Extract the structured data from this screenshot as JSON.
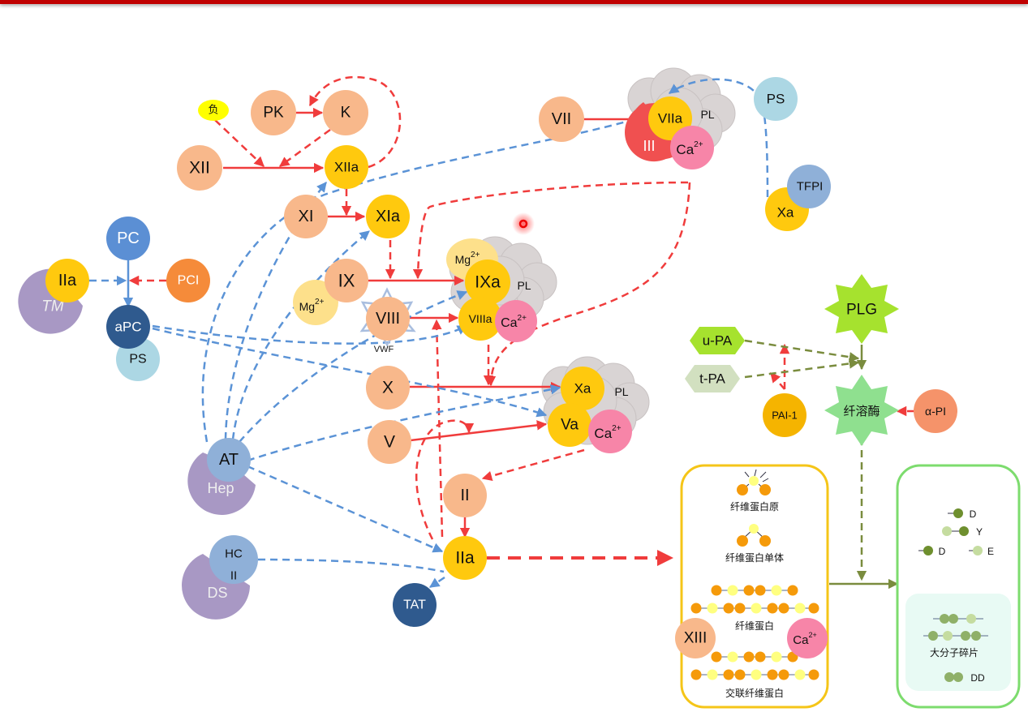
{
  "header": {
    "accent_color": "#c00000"
  },
  "colors": {
    "factor": "#f8b88b",
    "active": "#ffc90e",
    "inhibitor_blue": "#8fb0d8",
    "protein_c": "#5b8fd4",
    "apc": "#2f5a8e",
    "ps": "#acd7e4",
    "pci": "#f58b3a",
    "membrane": "#a898c4",
    "calcium": "#f785a8",
    "magnesium": "#fde08b",
    "tissue_factor": "#f05050",
    "pos_arrow": "#f03c3c",
    "neg_arrow": "#5b93d6",
    "fib_arrow": "#7a8c3e",
    "plg": "#a6e22e",
    "plasmin": "#8fe08f",
    "upa": "#a6e22e",
    "tpa": "#d2e0c0",
    "pai": "#f5b400",
    "api": "#f5936a",
    "tat": "#2f5a8e",
    "fibrin_box": "#f5c518",
    "fdp_box": "#7ddc6e"
  },
  "nodes": {
    "neg": "负",
    "pk": "PK",
    "k": "K",
    "xii": "XII",
    "xiia": "XIIa",
    "xi": "XI",
    "xia": "XIa",
    "ix": "IX",
    "ixa": "IXa",
    "mg1": "Mg",
    "mg1_sup": "2+",
    "mg2": "Mg",
    "mg2_sup": "2+",
    "viii": "VIII",
    "vwf": "VWF",
    "viiia": "VIIIa",
    "vii": "VII",
    "viia": "VIIa",
    "iii": "III",
    "ps_top": "PS",
    "tfpi": "TFPI",
    "xa_tfpi": "Xa",
    "x": "X",
    "xa": "Xa",
    "v": "V",
    "va": "Va",
    "ii": "II",
    "iia": "IIa",
    "pc": "PC",
    "pci": "PCI",
    "iia_tm": "IIa",
    "tm": "TM",
    "apc": "aPC",
    "ps_apc": "PS",
    "at": "AT",
    "hep": "Hep",
    "hc": "HC",
    "hc_ii": "II",
    "ds": "DS",
    "tat": "TAT",
    "pl": "PL",
    "ca": "Ca",
    "ca_sup": "2+",
    "plg": "PLG",
    "upa": "u-PA",
    "tpa": "t-PA",
    "pai1": "PAI-1",
    "plasmin": "纤溶酶",
    "api": "α-PI"
  },
  "fibrin_panel": {
    "fibrinogen": "纤维蛋白原",
    "monomer": "纤维蛋白单体",
    "fibrin": "纤维蛋白",
    "crosslinked": "交联纤维蛋白",
    "xiii": "XIII",
    "ca": "Ca",
    "ca_sup": "2+"
  },
  "fdp_panel": {
    "d1": "D",
    "y": "Y",
    "d2": "D",
    "e": "E",
    "macro": "大分子碎片",
    "dd": "DD"
  }
}
